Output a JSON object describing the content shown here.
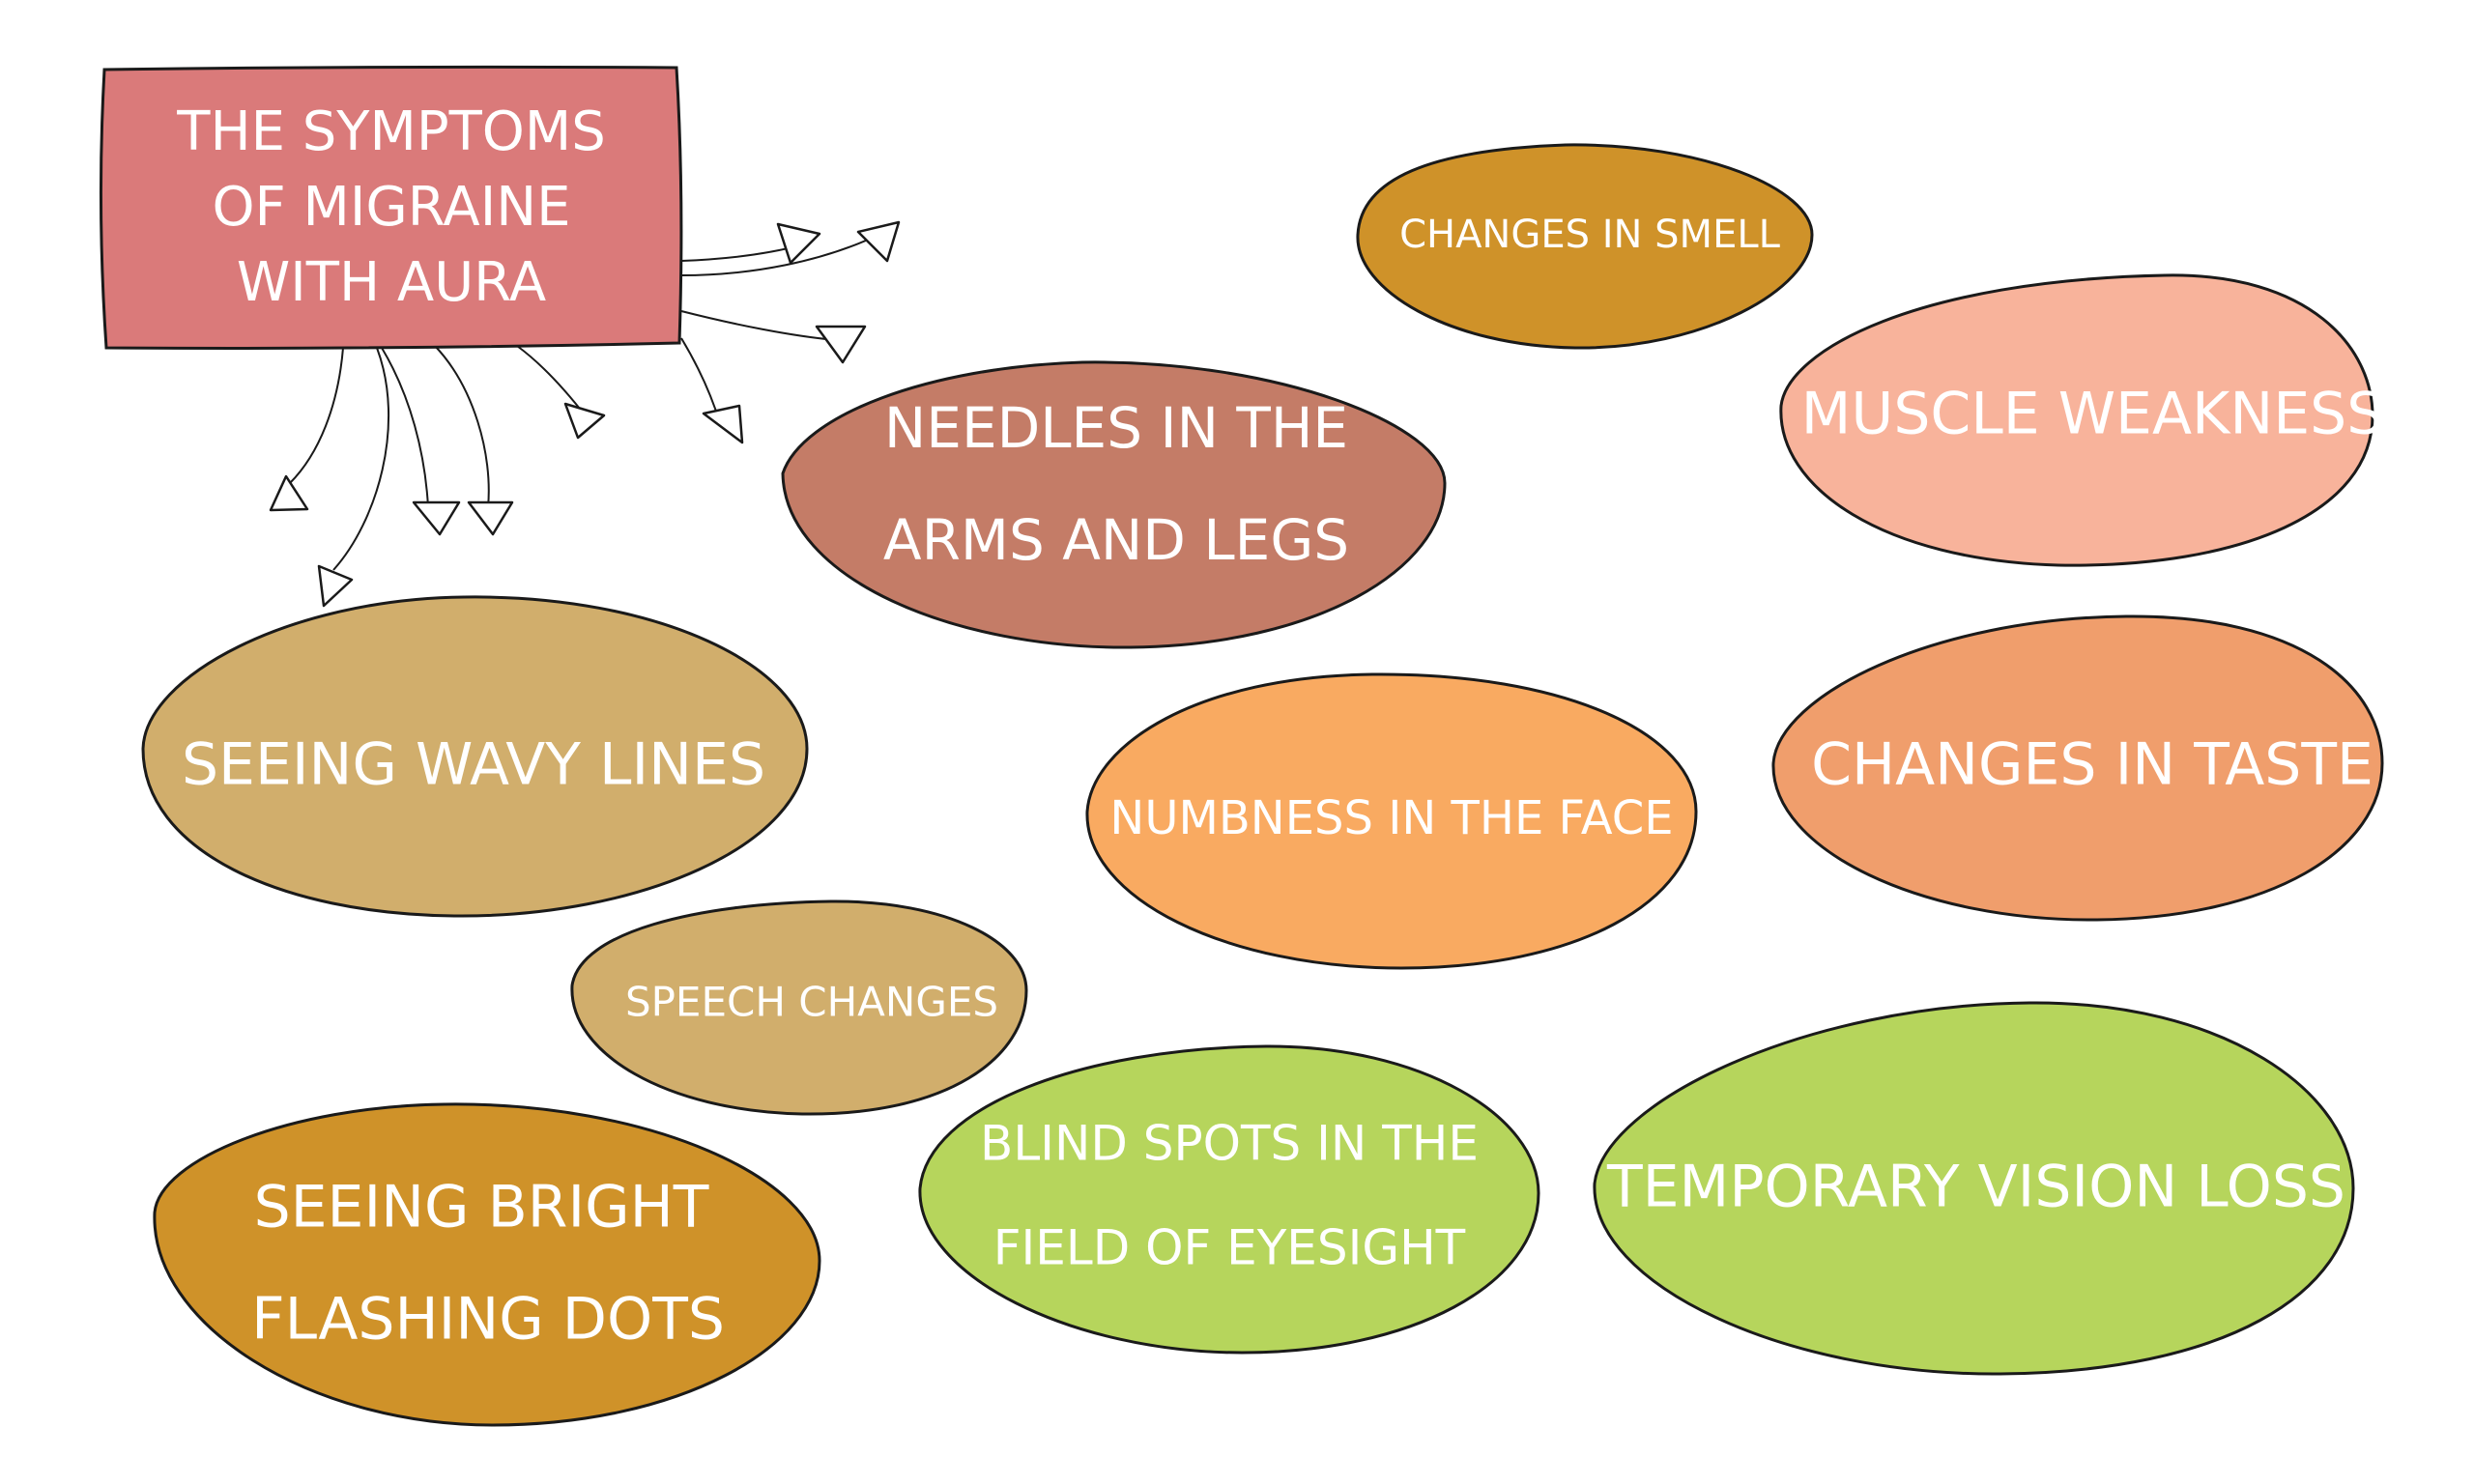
{
  "title": {
    "lines": [
      "THE SYMPTOMS",
      "OF MIGRAINE",
      "WITH AURA"
    ],
    "color": "#DA7A7A"
  },
  "symptoms": [
    {
      "id": "changes-in-smell",
      "lines": [
        "CHANGES IN SMELL"
      ],
      "color": "#CF9229"
    },
    {
      "id": "needles-in-arms-and-legs",
      "lines": [
        "NEEDLES IN THE",
        "ARMS AND LEGS"
      ],
      "color": "#C47C67"
    },
    {
      "id": "muscle-weakness",
      "lines": [
        "MUSCLE WEAKNESS"
      ],
      "color": "#F8B39B"
    },
    {
      "id": "seeing-wavy-lines",
      "lines": [
        "SEEING WAVY LINES"
      ],
      "color": "#D1AE6C"
    },
    {
      "id": "numbness-in-face",
      "lines": [
        "NUMBNESS IN THE FACE"
      ],
      "color": "#F9AA61"
    },
    {
      "id": "changes-in-taste",
      "lines": [
        "CHANGES IN  TASTE"
      ],
      "color": "#F09E6C"
    },
    {
      "id": "speech-changes",
      "lines": [
        "SPEECH CHANGES"
      ],
      "color": "#D1AE6C"
    },
    {
      "id": "seeing-bright-flashing-dots",
      "lines": [
        "SEEING BRIGHT",
        "FLASHING DOTS"
      ],
      "color": "#CF9229"
    },
    {
      "id": "blind-spots",
      "lines": [
        "BLIND SPOTS IN THE",
        "FIELD OF EYESIGHT"
      ],
      "color": "#B6D55C"
    },
    {
      "id": "temporary-vision-loss",
      "lines": [
        "TEMPORARY VISION LOSS"
      ],
      "color": "#B6D55C"
    }
  ]
}
